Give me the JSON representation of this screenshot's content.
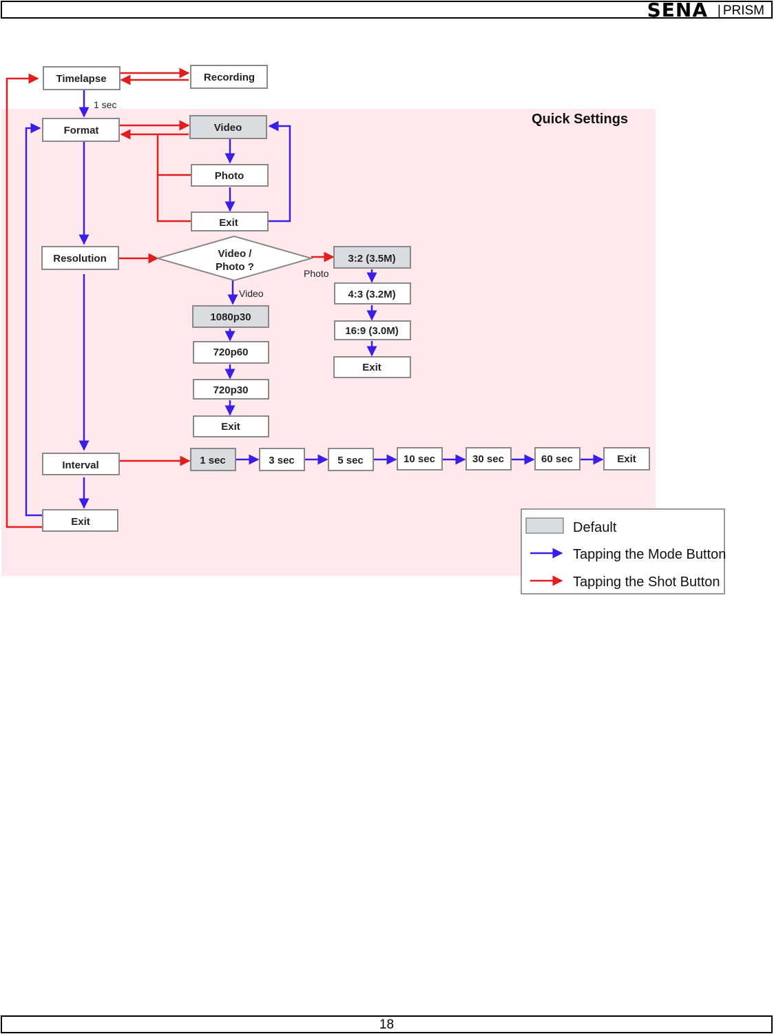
{
  "header": {
    "logo_text": "SENA",
    "separator": "|",
    "product": "PRISM"
  },
  "footer": {
    "page_number": "18"
  },
  "diagram": {
    "quick_settings_title": "Quick Settings",
    "nodes": {
      "timelapse": "Timelapse",
      "recording": "Recording",
      "format": "Format",
      "video": "Video",
      "photo": "Photo",
      "format_exit": "Exit",
      "resolution": "Resolution",
      "decision_line1": "Video /",
      "decision_line2": "Photo ?",
      "res_1080p30": "1080p30",
      "res_720p60": "720p60",
      "res_720p30": "720p30",
      "video_exit": "Exit",
      "ratio_3_2": "3:2 (3.5M)",
      "ratio_4_3": "4:3 (3.2M)",
      "ratio_16_9": "16:9 (3.0M)",
      "photo_exit": "Exit",
      "interval": "Interval",
      "int_1": "1 sec",
      "int_3": "3 sec",
      "int_5": "5 sec",
      "int_10": "10 sec",
      "int_30": "30 sec",
      "int_60": "60 sec",
      "interval_exit": "Exit",
      "main_exit": "Exit"
    },
    "edge_labels": {
      "one_sec": "1 sec",
      "photo": "Photo",
      "video": "Video"
    },
    "legend": {
      "default": "Default",
      "mode": "Tapping the Mode Button",
      "shot": "Tapping the Shot Button"
    },
    "colors": {
      "mode_arrow": "#3a1de6",
      "shot_arrow": "#e11d1d",
      "default_fill": "#d9dde1",
      "quick_settings_bg": "#ffe9ec"
    }
  }
}
